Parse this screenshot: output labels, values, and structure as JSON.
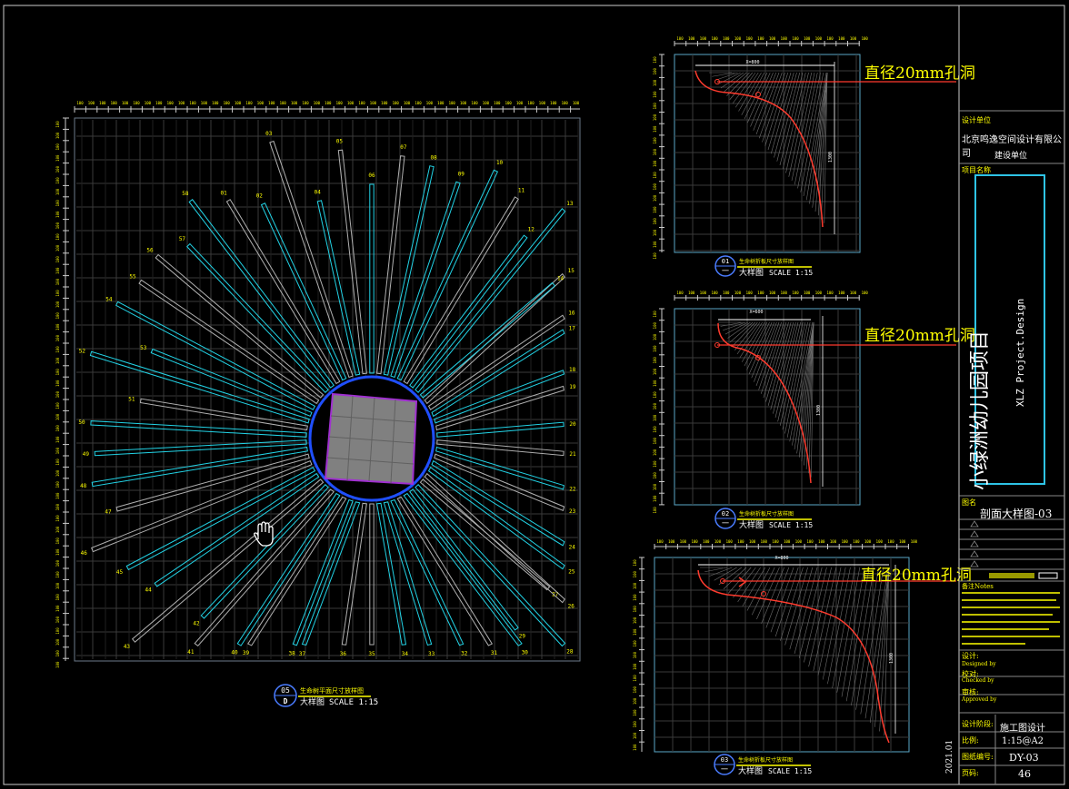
{
  "drawing": {
    "plan_title_cn": "生命树平面尺寸放样图",
    "plan_number": "05",
    "plan_letter": "D",
    "plan_label": "大样图",
    "plan_scale": "SCALE 1:15",
    "ray_numbers": [
      "01",
      "02",
      "03",
      "04",
      "05",
      "06",
      "07",
      "08",
      "09",
      "10",
      "11",
      "12",
      "13",
      "14",
      "15",
      "16",
      "17",
      "18",
      "19",
      "20",
      "21",
      "22",
      "23",
      "24",
      "25",
      "26",
      "27",
      "28",
      "29",
      "30",
      "31",
      "32",
      "33",
      "34",
      "35",
      "36",
      "37",
      "38",
      "39",
      "40",
      "41",
      "42",
      "43",
      "44",
      "45",
      "46",
      "47",
      "48",
      "49",
      "50",
      "51",
      "52",
      "53",
      "54",
      "55",
      "56",
      "57",
      "58"
    ]
  },
  "details": [
    {
      "number": "01",
      "letter": "一",
      "title_cn": "生命树折板尺寸放样图",
      "label": "大样图",
      "scale": "SCALE 1:15",
      "annotation": "直径20mm孔洞",
      "top_dim": "X=800",
      "side_dim": "1300"
    },
    {
      "number": "02",
      "letter": "一",
      "title_cn": "生命树折板尺寸放样图",
      "label": "大样图",
      "scale": "SCALE 1:15",
      "annotation": "直径20mm孔洞",
      "top_dim": "X=600",
      "side_dim": "1300"
    },
    {
      "number": "03",
      "letter": "一",
      "title_cn": "生命树折板尺寸放样图",
      "label": "大样图",
      "scale": "SCALE 1:15",
      "annotation": "直径20mm孔洞",
      "top_dim": "X=800",
      "side_dim": "1300"
    }
  ],
  "title_block": {
    "company_label": "设计单位",
    "company": "北京鸣逸空间设计有限公司",
    "unit_label": "建设单位",
    "project_label": "项目名称",
    "project_name": "小绿洲幼儿园项目",
    "project_en": "XLZ Project.Design",
    "drawing_name_label": "图名",
    "drawing_name": "剖面大样图-03",
    "notes_label": "备注Notes",
    "design_label": "设计:",
    "design_en": "Designed by",
    "check_label": "校对:",
    "check_en": "Checked by",
    "approve_label": "审核:",
    "approve_en": "Approved by",
    "stage_label": "设计阶段:",
    "stage": "施工图设计",
    "scale_label": "比例:",
    "scale": "1:15@A2",
    "number_label": "图纸编号:",
    "number": "DY-03",
    "page_label": "页码:",
    "page": "46",
    "date": "2021.01"
  }
}
